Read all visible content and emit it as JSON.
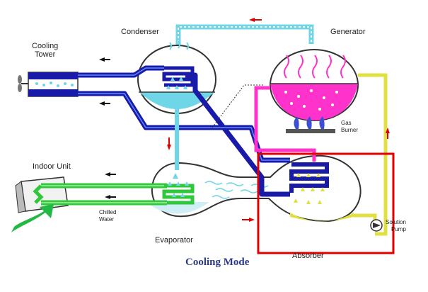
{
  "labels": {
    "cooling_tower": [
      "Cooling",
      "Tower"
    ],
    "condenser": "Condenser",
    "generator": "Generator",
    "gas_burner": [
      "Gas",
      "Burner"
    ],
    "indoor_unit": "Indoor Unit",
    "chilled_water": [
      "Chilled",
      "Water"
    ],
    "evaporator": "Evaporator",
    "solution_pump": [
      "Solution",
      "Pump"
    ],
    "absorber": "Absorber"
  },
  "caption": "Cooling Mode",
  "colors": {
    "refrigerant": "#1a1aa8",
    "water": "#6fd6e8",
    "solution": "#e0e040",
    "chilled": "#2fc83a",
    "heat": "#ff33cc",
    "highlight": "#e00000",
    "flame": "#3b4fd0"
  }
}
